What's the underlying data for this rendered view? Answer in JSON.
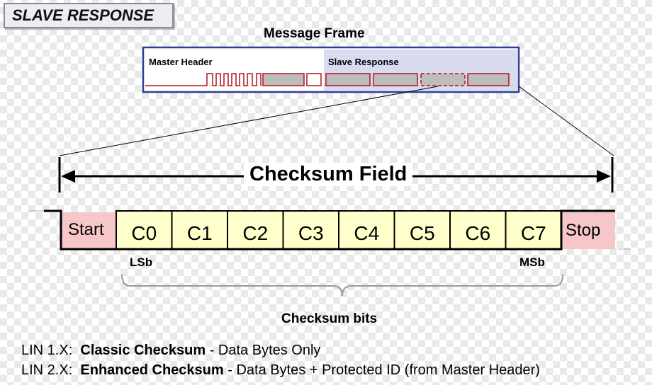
{
  "title": "SLAVE RESPONSE",
  "message_frame": {
    "title": "Message Frame",
    "master_header": "Master Header",
    "slave_response": "Slave Response"
  },
  "checksum_field": {
    "title": "Checksum Field",
    "start": "Start",
    "bits": [
      "C0",
      "C1",
      "C2",
      "C3",
      "C4",
      "C5",
      "C6",
      "C7"
    ],
    "stop": "Stop",
    "lsb": "LSb",
    "msb": "MSb",
    "brace_label": "Checksum bits"
  },
  "notes": [
    {
      "version": "LIN 1.X:",
      "term": "Classic Checksum",
      "desc": " - Data Bytes Only"
    },
    {
      "version": "LIN 2.X:",
      "term": "Enhanced Checksum",
      "desc": " - Data Bytes + Protected ID (from Master Header)"
    }
  ],
  "colors": {
    "bit_fill": "#ffffcc",
    "start_stop_fill": "#f6c6c8",
    "frame_border": "#2f3d96",
    "slave_fill": "#d9dbef",
    "signal": "#b0141e"
  }
}
